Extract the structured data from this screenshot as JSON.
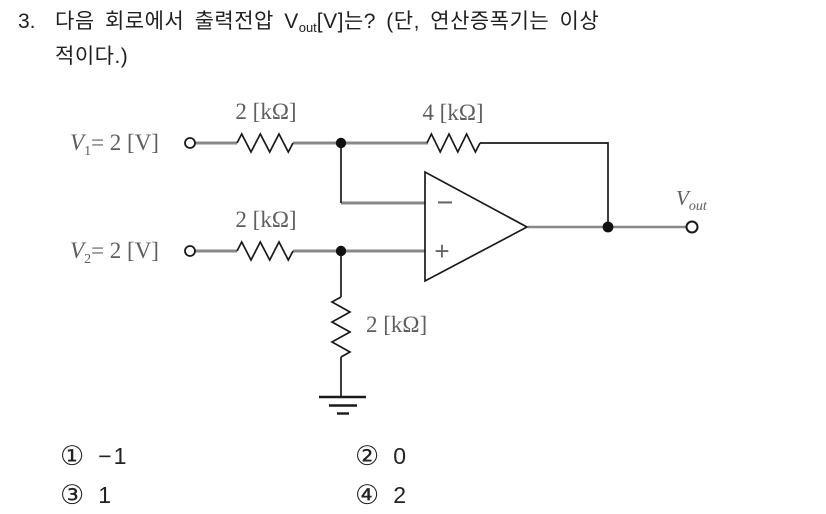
{
  "question": {
    "number": "3.",
    "line1_pre": "다음 회로에서 출력전압 ",
    "v_sym": "V",
    "v_sub": "out",
    "line1_post": "[V]는? (단, 연산증폭기는 이상",
    "line2": "적이다.)"
  },
  "circuit": {
    "source1": {
      "sym": "V",
      "sub": "1",
      "value": "= 2 [V]"
    },
    "source2": {
      "sym": "V",
      "sub": "2",
      "value": "= 2 [V]"
    },
    "resistor_input1": "2 [kΩ]",
    "resistor_input2": "2 [kΩ]",
    "resistor_feedback": "4 [kΩ]",
    "resistor_ground": "2 [kΩ]",
    "opamp": {
      "inverting": "−",
      "noninverting": "+"
    },
    "output": {
      "sym": "V",
      "sub": "out"
    },
    "colors": {
      "wire_gray": "#888888",
      "line_black": "#1a1a1a",
      "label_gray": "#5e5e5e"
    }
  },
  "choices": [
    {
      "num": "①",
      "label": "−1"
    },
    {
      "num": "②",
      "label": "0"
    },
    {
      "num": "③",
      "label": "1"
    },
    {
      "num": "④",
      "label": "2"
    }
  ]
}
